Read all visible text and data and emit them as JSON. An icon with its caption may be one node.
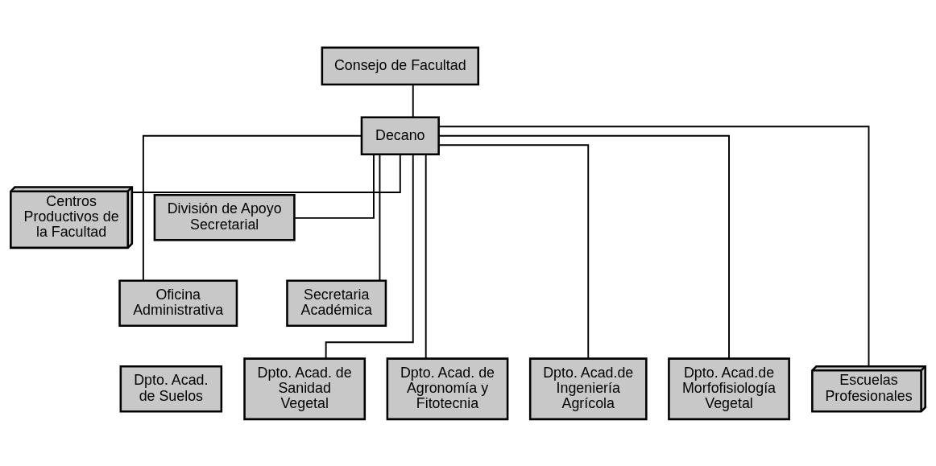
{
  "diagram": {
    "nodes": [
      {
        "text": [
          "Consejo de Facultad"
        ]
      },
      {
        "text": [
          "Decano"
        ]
      },
      {
        "text": [
          "Centros Productivos de la Facultad"
        ]
      },
      {
        "text": [
          "División de Apoyo Secretarial"
        ]
      },
      {
        "text": [
          "Oficina Administrativa"
        ]
      },
      {
        "text": [
          "Secretaria Académica"
        ]
      },
      {
        "text": [
          "Dpto. Acad. de Suelos"
        ]
      },
      {
        "text": [
          "Dpto. Acad. de Sanidad Vegetal"
        ]
      },
      {
        "text": [
          "Dpto. Acad. de Agronomía y Fitotecnia"
        ]
      },
      {
        "text": [
          "Dpto. Acad.de Ingeniería Agrícola"
        ]
      },
      {
        "text": [
          "Dpto. Acad.de Morfofisiología Vegetal"
        ]
      },
      {
        "text": [
          "Escuelas Profesionales"
        ]
      }
    ],
    "edges": [
      {
        "from": 0,
        "to": 1,
        "arrow": "none"
      },
      {
        "from": 1,
        "to": 2,
        "arrow": "none"
      },
      {
        "from": 1,
        "to": 3,
        "arrow": "none"
      },
      {
        "from": 1,
        "to": 4,
        "arrow": "none"
      },
      {
        "from": 1,
        "to": 5,
        "arrow": "none"
      },
      {
        "from": 1,
        "to": 7,
        "arrow": "none"
      },
      {
        "from": 1,
        "to": 8,
        "arrow": "none"
      },
      {
        "from": 1,
        "to": 9,
        "arrow": "none"
      },
      {
        "from": 1,
        "to": 10,
        "arrow": "none"
      },
      {
        "from": 1,
        "to": 11,
        "arrow": "none"
      }
    ]
  }
}
